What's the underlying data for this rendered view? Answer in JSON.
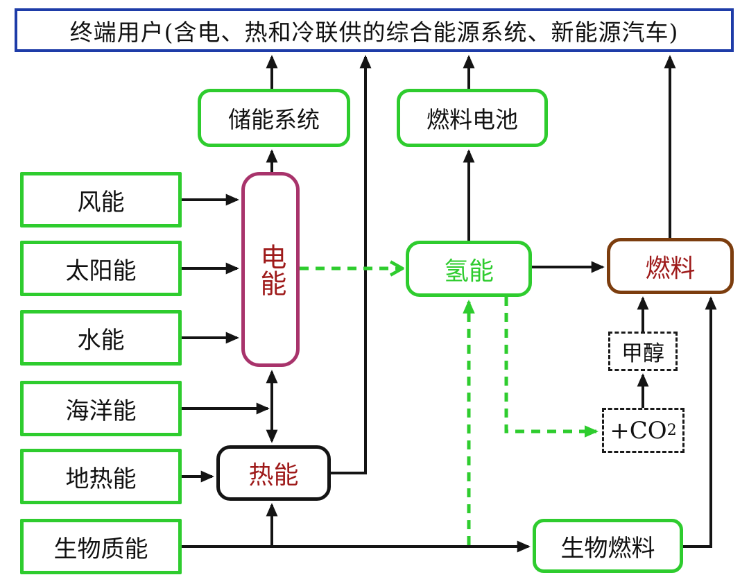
{
  "banner": {
    "label": "终端用户(含电、热和冷联供的综合能源系统、新能源汽车)"
  },
  "nodes": {
    "storage": {
      "label": "储能系统"
    },
    "fuel_cell": {
      "label": "燃料电池"
    },
    "wind": {
      "label": "风能"
    },
    "solar": {
      "label": "太阳能"
    },
    "hydro": {
      "label": "水能"
    },
    "ocean": {
      "label": "海洋能"
    },
    "geothermal": {
      "label": "地热能"
    },
    "biomass": {
      "label": "生物质能"
    },
    "electricity": {
      "label": "电能"
    },
    "heat": {
      "label": "热能"
    },
    "hydrogen": {
      "label": "氢能"
    },
    "fuel": {
      "label": "燃料"
    },
    "methanol": {
      "label": "甲醇"
    },
    "co2": {
      "label": "+CO",
      "subscript": "2"
    },
    "biofuel": {
      "label": "生物燃料"
    }
  },
  "edges": [
    {
      "from": "wind",
      "to": "electricity",
      "style": "solid-black"
    },
    {
      "from": "solar",
      "to": "electricity",
      "style": "solid-black"
    },
    {
      "from": "hydro",
      "to": "electricity",
      "style": "solid-black"
    },
    {
      "from": "ocean",
      "to": "electricity-heat-link",
      "style": "solid-black"
    },
    {
      "from": "geothermal",
      "to": "heat",
      "style": "solid-black"
    },
    {
      "from": "biomass",
      "to": "biofuel",
      "style": "solid-black"
    },
    {
      "from": "biomass-line",
      "to": "heat",
      "style": "solid-black"
    },
    {
      "from": "electricity",
      "to": "storage",
      "style": "solid-black"
    },
    {
      "from": "storage",
      "to": "end-user",
      "style": "solid-black"
    },
    {
      "from": "electricity",
      "to": "heat",
      "style": "solid-black-bidirectional"
    },
    {
      "from": "heat",
      "to": "end-user",
      "style": "solid-black"
    },
    {
      "from": "electricity",
      "to": "hydrogen",
      "style": "dashed-green"
    },
    {
      "from": "hydrogen",
      "to": "fuel_cell",
      "style": "solid-black"
    },
    {
      "from": "fuel_cell",
      "to": "end-user",
      "style": "solid-black"
    },
    {
      "from": "hydrogen",
      "to": "fuel",
      "style": "solid-black"
    },
    {
      "from": "hydrogen",
      "to": "co2",
      "style": "dashed-green"
    },
    {
      "from": "biomass-line",
      "to": "hydrogen",
      "style": "dashed-green"
    },
    {
      "from": "co2",
      "to": "methanol",
      "style": "solid-black"
    },
    {
      "from": "methanol",
      "to": "fuel",
      "style": "solid-black"
    },
    {
      "from": "biofuel",
      "to": "fuel",
      "style": "solid-black"
    },
    {
      "from": "fuel",
      "to": "end-user",
      "style": "solid-black"
    }
  ],
  "colors": {
    "green": "#2ecc2e",
    "maroon_border": "#a8336b",
    "brown_border": "#7c3d0e",
    "dark_red_text": "#9e1a1a",
    "blue_border": "#1e3ca8",
    "black": "#141414"
  }
}
